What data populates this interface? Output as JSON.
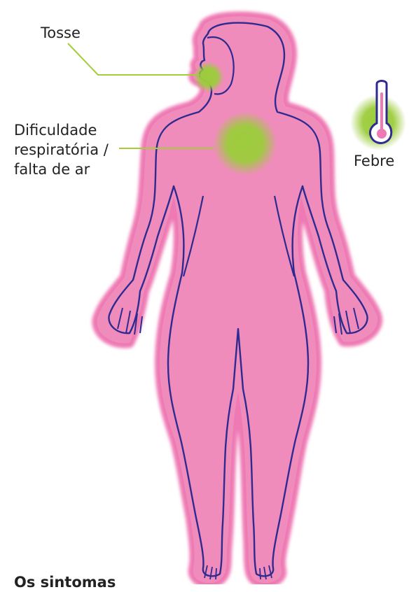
{
  "colors": {
    "body_fill": "#f08cbc",
    "body_halo": "#ee79b4",
    "outline": "#2e2a8f",
    "symptom_glow": "#9ccc3c",
    "leader_line": "#a3cd3b",
    "text": "#222222"
  },
  "symptoms": {
    "cough": {
      "label": "Tosse"
    },
    "breathing": {
      "label_lines": [
        "Dificuldade",
        "respiratória /",
        "falta de ar"
      ]
    },
    "fever": {
      "label": "Febre",
      "icon": "thermometer-icon"
    }
  },
  "caption": {
    "text": "Os sintomas"
  }
}
